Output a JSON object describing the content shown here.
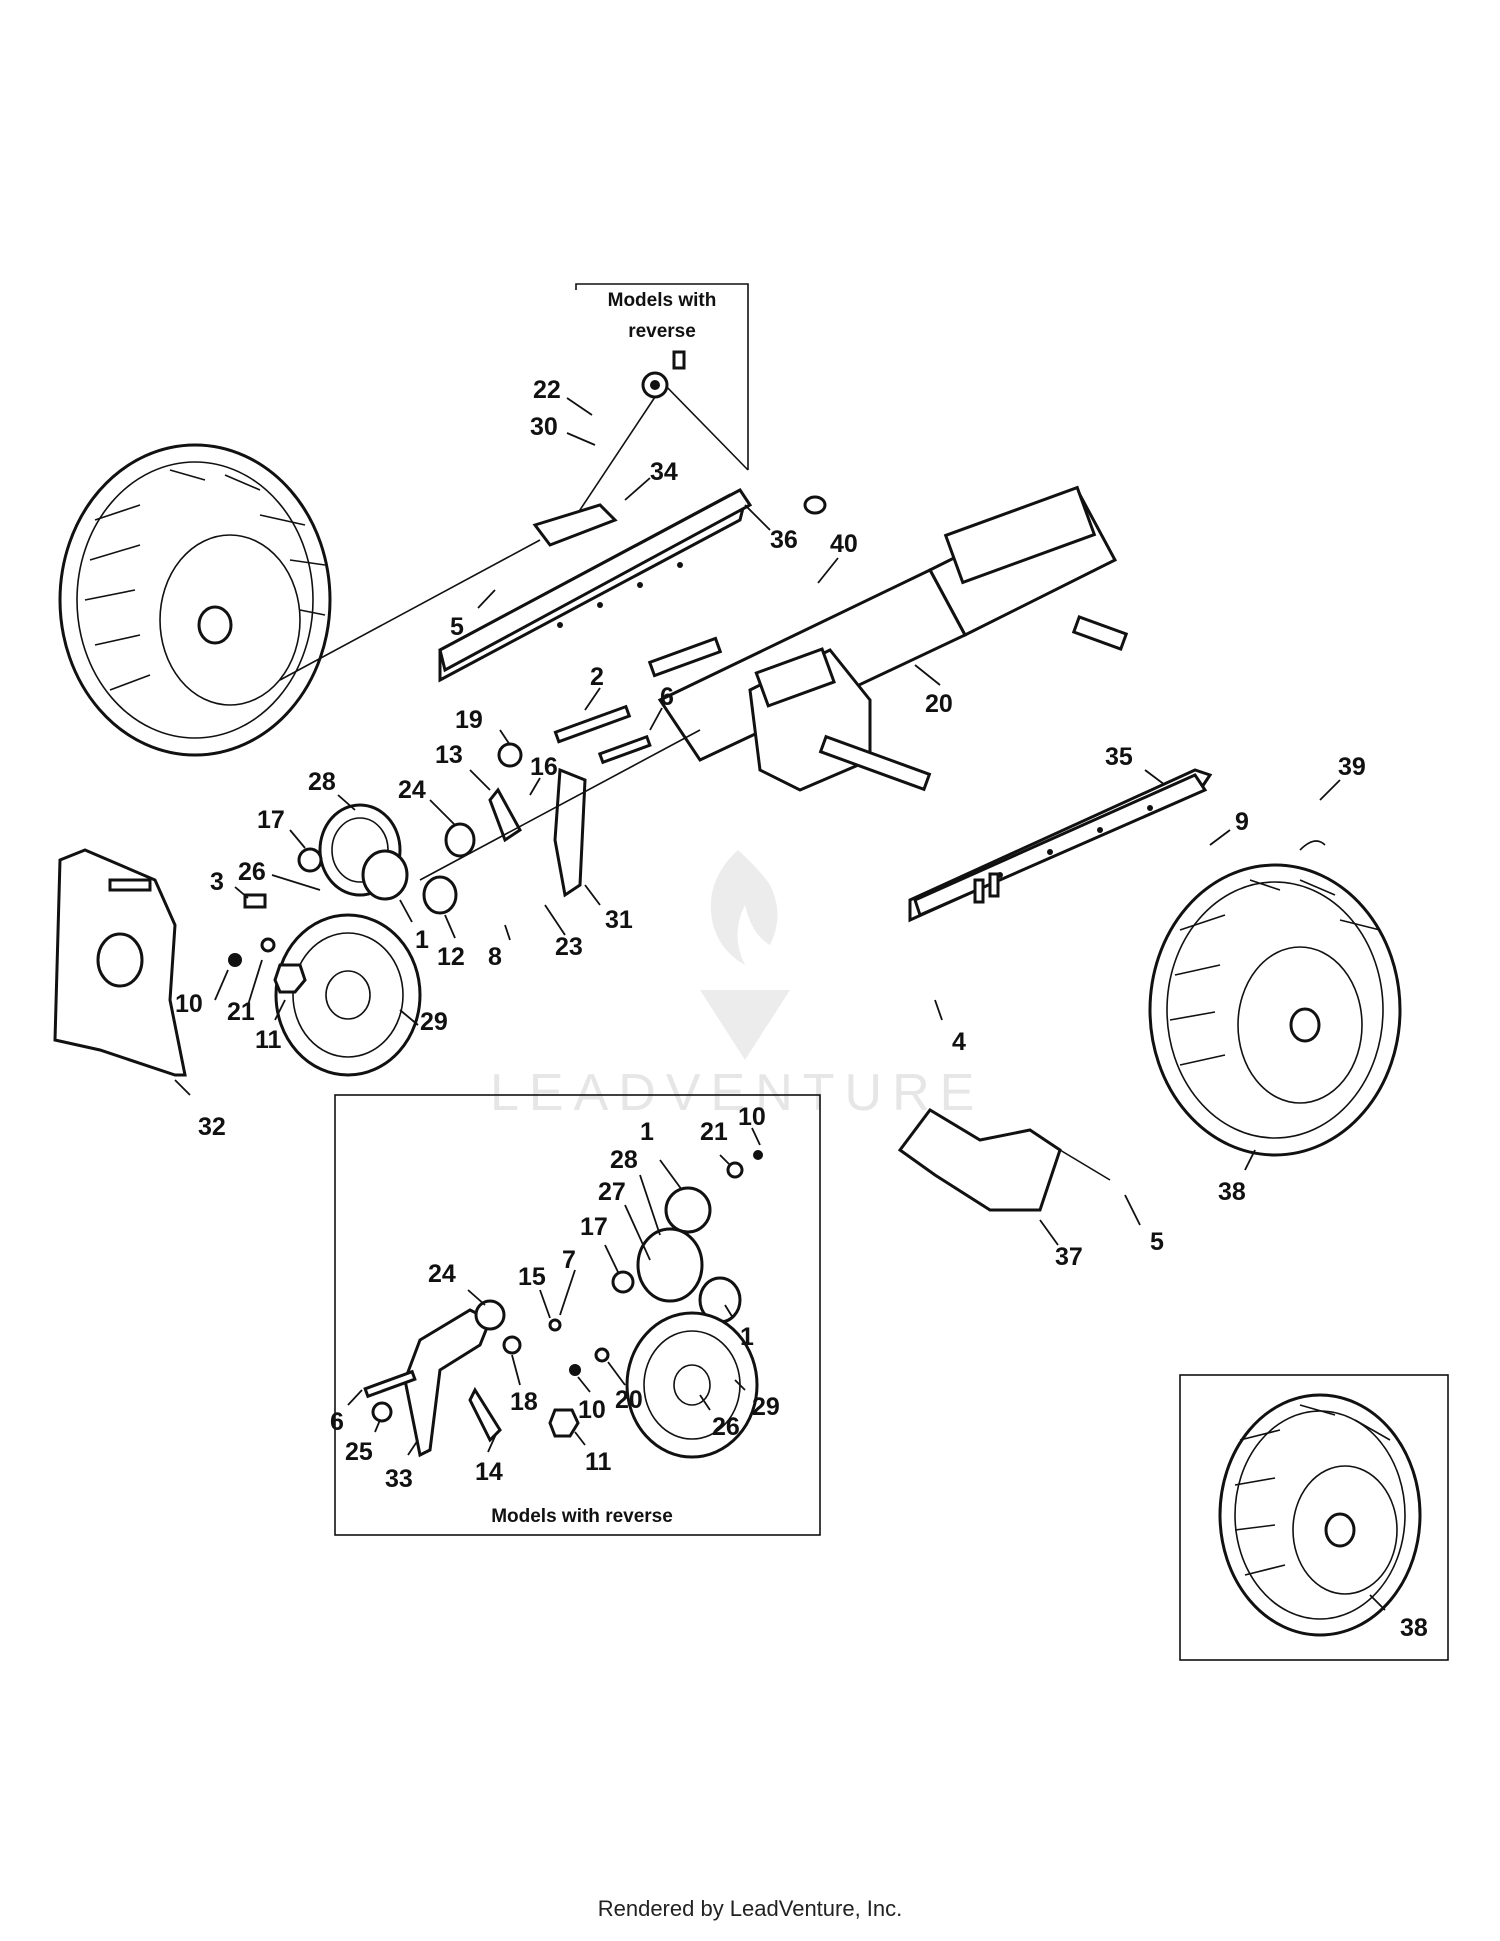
{
  "boxes": {
    "top_reverse_title": "Models with reverse",
    "bottom_reverse_title": "Models with reverse"
  },
  "watermark": "LEADVENTURE",
  "footer": "Rendered by LeadVenture, Inc.",
  "callouts": {
    "main": [
      "22",
      "30",
      "34",
      "36",
      "40",
      "5",
      "2",
      "19",
      "6",
      "20",
      "13",
      "16",
      "28",
      "24",
      "35",
      "39",
      "9",
      "17",
      "26",
      "3",
      "1",
      "12",
      "8",
      "23",
      "31",
      "10",
      "21",
      "29",
      "11",
      "4",
      "32",
      "38",
      "37",
      "5"
    ],
    "reverse_inset": [
      "10",
      "1",
      "21",
      "28",
      "27",
      "17",
      "7",
      "24",
      "15",
      "1",
      "20",
      "10",
      "29",
      "26",
      "18",
      "6",
      "25",
      "33",
      "14",
      "11"
    ],
    "wheel_inset": [
      "38"
    ]
  }
}
